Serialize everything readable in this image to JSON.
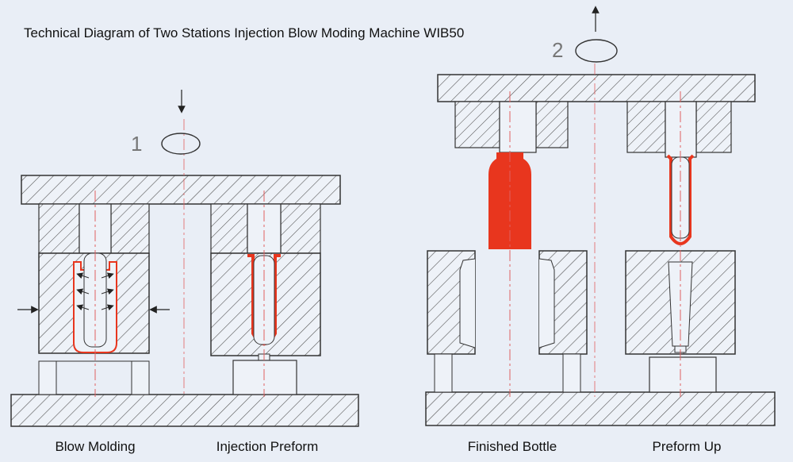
{
  "title": "Technical Diagram of Two Stations Injection Blow Moding Machine WIB50",
  "steps": [
    {
      "number": "1"
    },
    {
      "number": "2"
    }
  ],
  "captions": {
    "blow_molding": "Blow Molding",
    "injection_preform": "Injection Preform",
    "finished_bottle": "Finished Bottle",
    "preform_up": "Preform Up"
  },
  "colors": {
    "background": "#e9eef6",
    "hatch": "#555555",
    "preform": "#e8361e",
    "centerline": "#e06060",
    "outline": "#333333"
  }
}
